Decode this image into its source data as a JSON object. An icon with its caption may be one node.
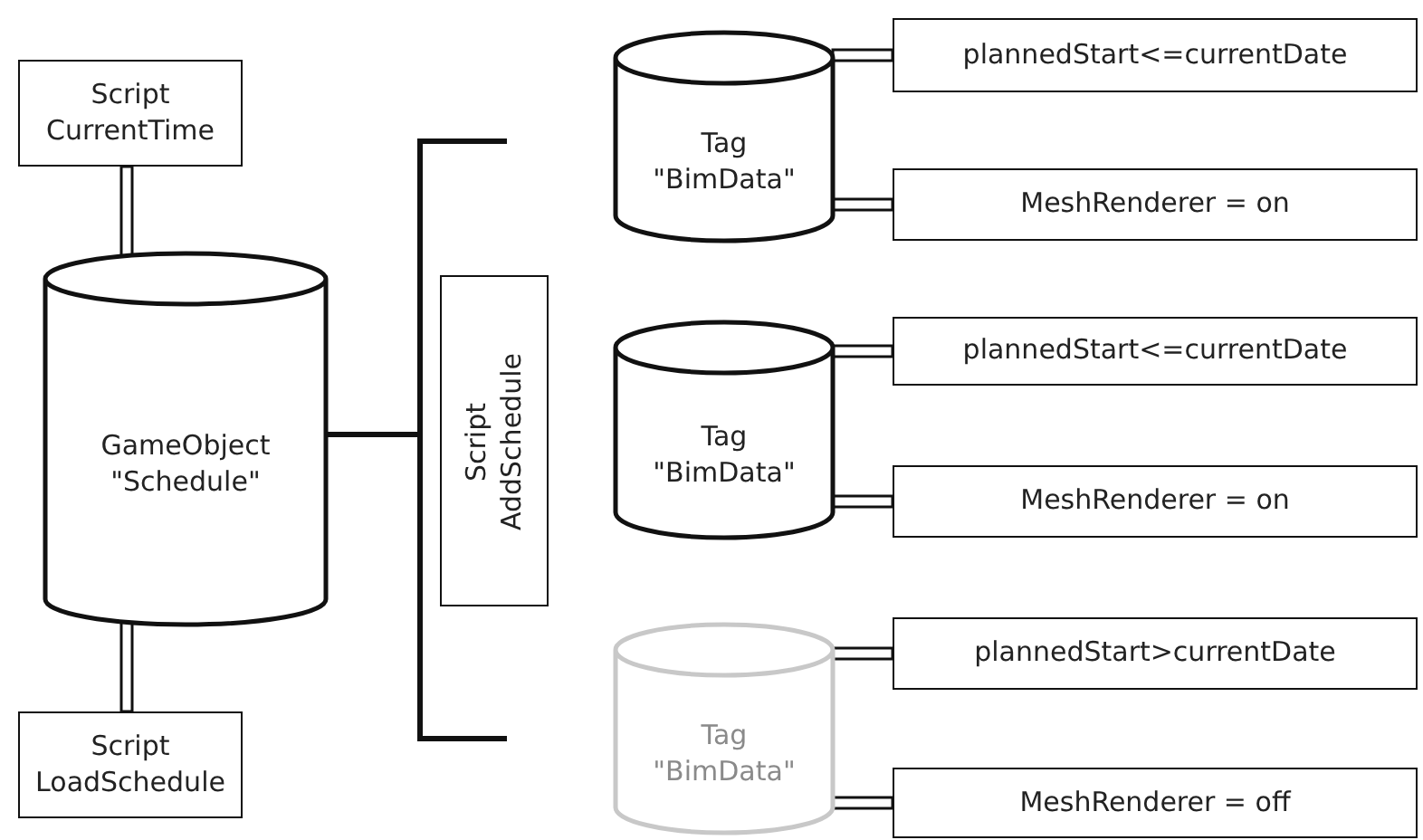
{
  "diagram": {
    "nodes": [
      {
        "text": [
          "Script CurrentTime"
        ]
      },
      {
        "text": [
          "GameObject \"Schedule\""
        ]
      },
      {
        "text": [
          "Script LoadSchedule"
        ]
      },
      {
        "text": [
          "Script AddSchedule"
        ]
      },
      {
        "text": [
          "Tag \"BimData\""
        ]
      },
      {
        "text": [
          "plannedStart<=currentDate"
        ]
      },
      {
        "text": [
          "MeshRenderer = on"
        ]
      },
      {
        "text": [
          "Tag \"BimData\""
        ]
      },
      {
        "text": [
          "plannedStart<=currentDate"
        ]
      },
      {
        "text": [
          "MeshRenderer = on"
        ]
      },
      {
        "text": [
          "Tag \"BimData\""
        ]
      },
      {
        "text": [
          "plannedStart>currentDate"
        ]
      },
      {
        "text": [
          "MeshRenderer = off"
        ]
      }
    ],
    "edges": [
      {
        "from": 0,
        "to": 1,
        "arrow": "none"
      },
      {
        "from": 1,
        "to": 2,
        "arrow": "none"
      },
      {
        "from": 1,
        "to": null,
        "arrow": "none"
      },
      {
        "from": 1,
        "to": null,
        "arrow": "none"
      },
      {
        "from": 4,
        "to": 5,
        "arrow": "none"
      },
      {
        "from": 4,
        "to": 6,
        "arrow": "none"
      },
      {
        "from": 7,
        "to": 8,
        "arrow": "none"
      },
      {
        "from": 7,
        "to": 9,
        "arrow": "none"
      },
      {
        "from": 10,
        "to": 11,
        "arrow": "none"
      },
      {
        "from": 10,
        "to": 12,
        "arrow": "none"
      }
    ]
  }
}
